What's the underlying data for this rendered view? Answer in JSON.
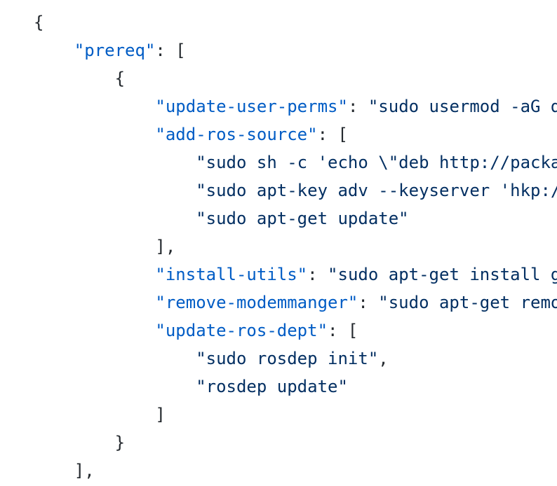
{
  "lines": [
    {
      "indent": 0,
      "parts": [
        {
          "t": "p",
          "v": "{"
        }
      ]
    },
    {
      "indent": 1,
      "parts": [
        {
          "t": "k",
          "v": "\"prereq\""
        },
        {
          "t": "p",
          "v": ": ["
        }
      ]
    },
    {
      "indent": 2,
      "parts": [
        {
          "t": "p",
          "v": "{"
        }
      ]
    },
    {
      "indent": 3,
      "parts": [
        {
          "t": "k",
          "v": "\"update-user-perms\""
        },
        {
          "t": "p",
          "v": ": "
        },
        {
          "t": "s",
          "v": "\"sudo usermod -aG d"
        }
      ]
    },
    {
      "indent": 3,
      "parts": [
        {
          "t": "k",
          "v": "\"add-ros-source\""
        },
        {
          "t": "p",
          "v": ": ["
        }
      ]
    },
    {
      "indent": 4,
      "parts": [
        {
          "t": "s",
          "v": "\"sudo sh -c 'echo \\\"deb http://packa"
        }
      ]
    },
    {
      "indent": 4,
      "parts": [
        {
          "t": "s",
          "v": "\"sudo apt-key adv --keyserver 'hkp:/"
        }
      ]
    },
    {
      "indent": 4,
      "parts": [
        {
          "t": "s",
          "v": "\"sudo apt-get update\""
        }
      ]
    },
    {
      "indent": 3,
      "parts": [
        {
          "t": "p",
          "v": "],"
        }
      ]
    },
    {
      "indent": 3,
      "parts": [
        {
          "t": "k",
          "v": "\"install-utils\""
        },
        {
          "t": "p",
          "v": ": "
        },
        {
          "t": "s",
          "v": "\"sudo apt-get install g"
        }
      ]
    },
    {
      "indent": 3,
      "parts": [
        {
          "t": "k",
          "v": "\"remove-modemmanger\""
        },
        {
          "t": "p",
          "v": ": "
        },
        {
          "t": "s",
          "v": "\"sudo apt-get remo"
        }
      ]
    },
    {
      "indent": 3,
      "parts": [
        {
          "t": "k",
          "v": "\"update-ros-dept\""
        },
        {
          "t": "p",
          "v": ": ["
        }
      ]
    },
    {
      "indent": 4,
      "parts": [
        {
          "t": "s",
          "v": "\"sudo rosdep init\""
        },
        {
          "t": "p",
          "v": ","
        }
      ]
    },
    {
      "indent": 4,
      "parts": [
        {
          "t": "s",
          "v": "\"rosdep update\""
        }
      ]
    },
    {
      "indent": 3,
      "parts": [
        {
          "t": "p",
          "v": "]"
        }
      ]
    },
    {
      "indent": 2,
      "parts": [
        {
          "t": "p",
          "v": "}"
        }
      ]
    },
    {
      "indent": 1,
      "parts": [
        {
          "t": "p",
          "v": "],"
        }
      ]
    }
  ],
  "colors": {
    "key": "#005cc5",
    "string": "#032f62",
    "punctuation": "#24292e"
  }
}
